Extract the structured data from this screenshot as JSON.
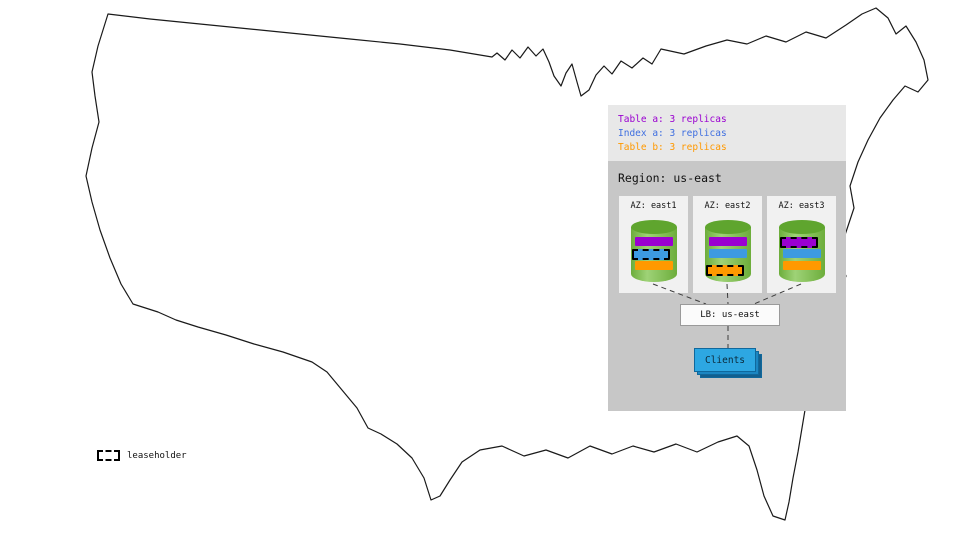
{
  "legend": {
    "items": [
      {
        "name": "table-a",
        "label": "Table a: 3 replicas",
        "color": "#9a00d0"
      },
      {
        "name": "index-a",
        "label": "Index a: 3 replicas",
        "color": "#3f6fe0"
      },
      {
        "name": "table-b",
        "label": "Table b: 3 replicas",
        "color": "#ff9900"
      }
    ]
  },
  "region": {
    "title": "Region: us-east",
    "azs": [
      {
        "label": "AZ: east1",
        "leaseholder_of": "Index a"
      },
      {
        "label": "AZ: east2",
        "leaseholder_of": "Table b"
      },
      {
        "label": "AZ: east3",
        "leaseholder_of": "Table a"
      }
    ],
    "load_balancer": {
      "label": "LB: us-east"
    },
    "clients": {
      "label": "Clients"
    }
  },
  "map_legend": {
    "leaseholder_label": "leaseholder"
  },
  "colors": {
    "table_a": "#9a00d0",
    "index_a": "#3d9ae1",
    "table_b": "#ff9900",
    "cylinder_body": "#79c142",
    "cylinder_top": "#5fa52e",
    "legend_panel_bg": "#e8e8e8",
    "region_panel_bg": "#c7c7c7",
    "az_box_bg": "#f1f1f1",
    "clients_front": "#2da7e2",
    "clients_mid": "#1b86c2",
    "clients_back": "#135f8e"
  }
}
